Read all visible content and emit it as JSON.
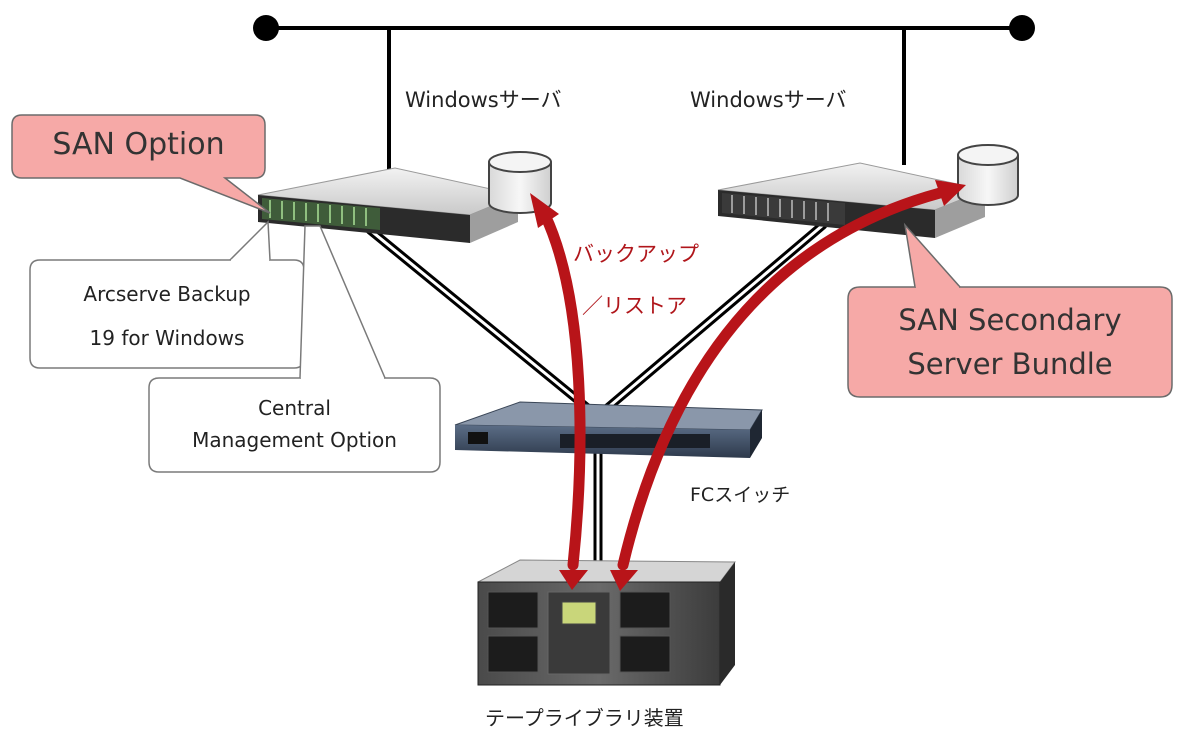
{
  "servers": [
    {
      "label": "Windowsサーバ"
    },
    {
      "label": "Windowsサーバ"
    }
  ],
  "san_option": {
    "text": "SAN Option"
  },
  "arcserve": {
    "line1": "Arcserve Backup",
    "line2": "19 for Windows"
  },
  "central_mgmt": {
    "line1": "Central",
    "line2": "Management Option"
  },
  "san_secondary": {
    "line1": "SAN Secondary",
    "line2": "Server Bundle"
  },
  "backup_restore": {
    "line1": "バックアップ",
    "line2": "／リストア"
  },
  "fc_switch": {
    "label": "FCスイッチ"
  },
  "tape_library": {
    "label": "テープライブラリ装置"
  },
  "colors": {
    "arrow_red": "#b81419",
    "callout_pink": "#f6a9a7",
    "callout_pink_border": "#6b6b6b",
    "line_black": "#000000"
  }
}
